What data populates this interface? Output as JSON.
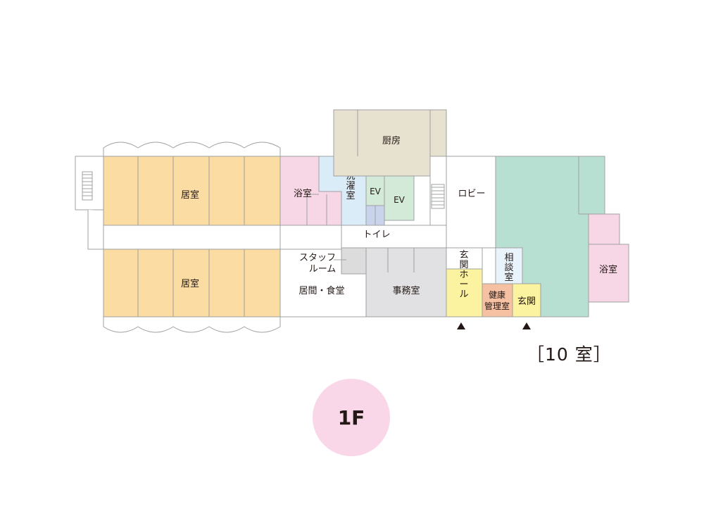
{
  "colors": {
    "living_room": "#fbdca2",
    "bath": "#f7d6e6",
    "laundry": "#d9ecf7",
    "ev": "#d3ead9",
    "toilet": "#c9d4ec",
    "kitchen": "#e7e1cf",
    "office": "#e1e1e3",
    "staff": "#dcdcdd",
    "lobby_green": "#b8e0d2",
    "entrance_yellow": "#fbf3a0",
    "health": "#f6c0a2",
    "consult": "#e9f3fb",
    "badge": "#f9d7e8"
  },
  "rooms": {
    "living_upper": "居室",
    "living_lower": "居室",
    "bath_center": "浴室",
    "laundry": "洗濯室",
    "ev1": "EV",
    "ev2": "EV",
    "kitchen": "厨房",
    "lobby": "ロビー",
    "toilet": "トイレ",
    "staff_line1": "スタッフ",
    "staff_line2": "ルーム",
    "dining": "居間・食堂",
    "office": "事務室",
    "entrance_hall": "玄関ホール",
    "consult": "相談室",
    "health_line1": "健康",
    "health_line2": "管理室",
    "entrance": "玄関",
    "bath_right": "浴室"
  },
  "room_count": "［10 室］",
  "floor_label": "1F"
}
